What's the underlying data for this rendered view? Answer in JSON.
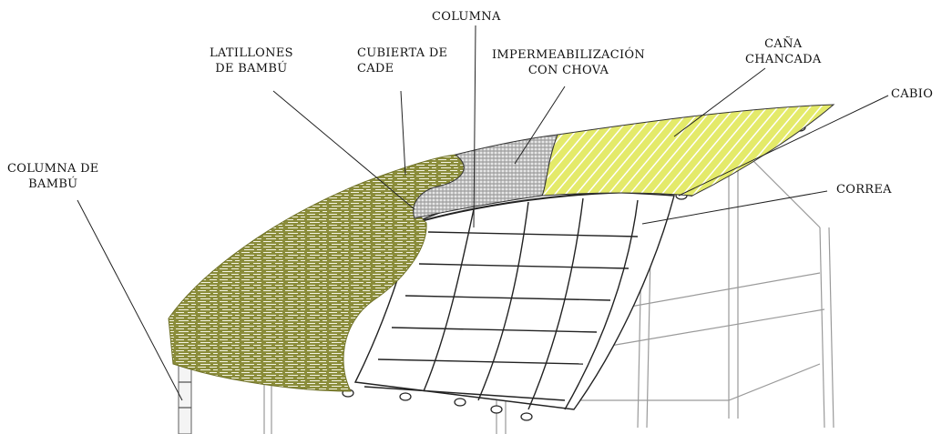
{
  "labels": {
    "columna": [
      "COLUMNA"
    ],
    "latillones": [
      "LATILLONES",
      "DE BAMBÚ"
    ],
    "cubierta": [
      "CUBIERTA DE",
      "CADE"
    ],
    "impermeabilizacion": [
      "IMPERMEABILIZACIÓN",
      "CON CHOVA"
    ],
    "cana": [
      "CAÑA",
      "CHANCADA"
    ],
    "cabio": [
      "CABIO"
    ],
    "columna_bambu": [
      "COLUMNA DE",
      "BAMBÚ"
    ],
    "correa": [
      "CORREA"
    ]
  },
  "colors": {
    "cade_green": "#8a8c3a",
    "cade_dark": "#6f7128",
    "cana_yellow": "#e4ea6a",
    "cana_stripe": "#ffffff",
    "chova_gray": "#d8d8d8",
    "line": "#222222",
    "frame_light": "#9a9a9a"
  }
}
